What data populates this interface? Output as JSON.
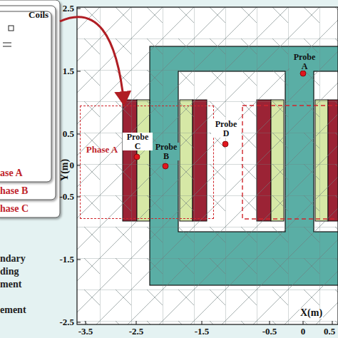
{
  "diagram": {
    "nodes": [
      {
        "text": [
          "Coils",
          "ase A",
          "hase B",
          "hase C",
          "ndary",
          "ding",
          "ment",
          "ement"
        ]
      },
      {
        "text": [
          "Phase A"
        ]
      }
    ],
    "edges": [
      {
        "from": 0,
        "to": 1,
        "arrow": "to"
      }
    ],
    "labels": [
      "Probe A",
      "Probe C",
      "Probe B",
      "Probe D",
      "Y(m)",
      "2.5",
      "1.5",
      "0.5",
      "0",
      "-0.5",
      "-1.5",
      "-2.5",
      "X(m)",
      "-3.5",
      "-2.5",
      "-1.5",
      "-0.5",
      "0",
      "0.5"
    ]
  }
}
